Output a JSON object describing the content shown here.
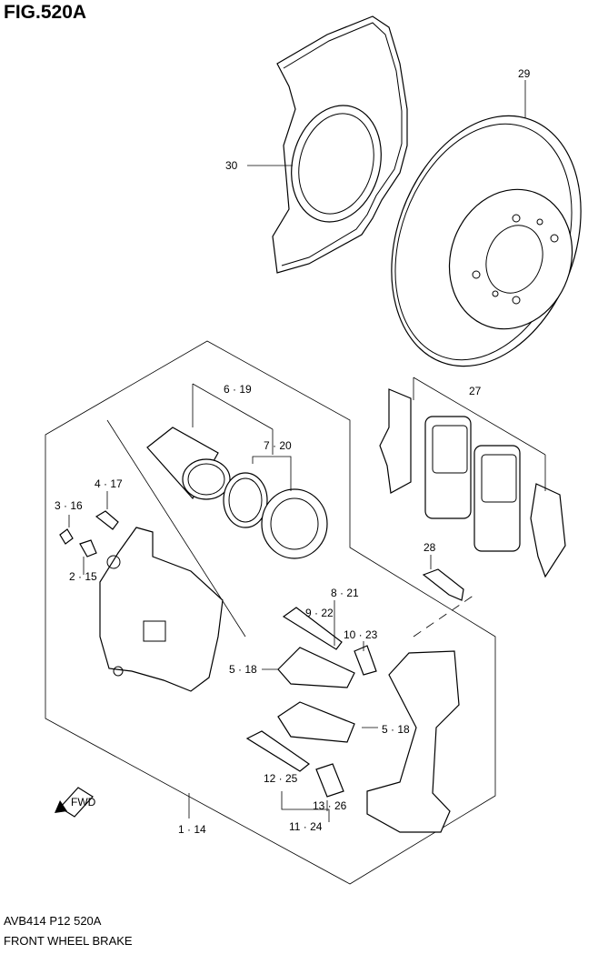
{
  "figure": {
    "title": "FIG.520A",
    "code": "AVB414 P12 520A",
    "name": "FRONT WHEEL BRAKE"
  },
  "callouts": {
    "c29": "29",
    "c30": "30",
    "c27": "27",
    "c6_19": "6 · 19",
    "c7_20": "7 · 20",
    "c4_17": "4 · 17",
    "c3_16": "3 · 16",
    "c2_15": "2 · 15",
    "c28": "28",
    "c8_21": "8 · 21",
    "c9_22": "9 · 22",
    "c10_23": "10 · 23",
    "c5_18a": "5 · 18",
    "c5_18b": "5 · 18",
    "c12_25": "12 · 25",
    "c13_26": "13 · 26",
    "c11_24": "11 · 24",
    "c1_14": "1 · 14"
  },
  "fwd_label": "FWD"
}
